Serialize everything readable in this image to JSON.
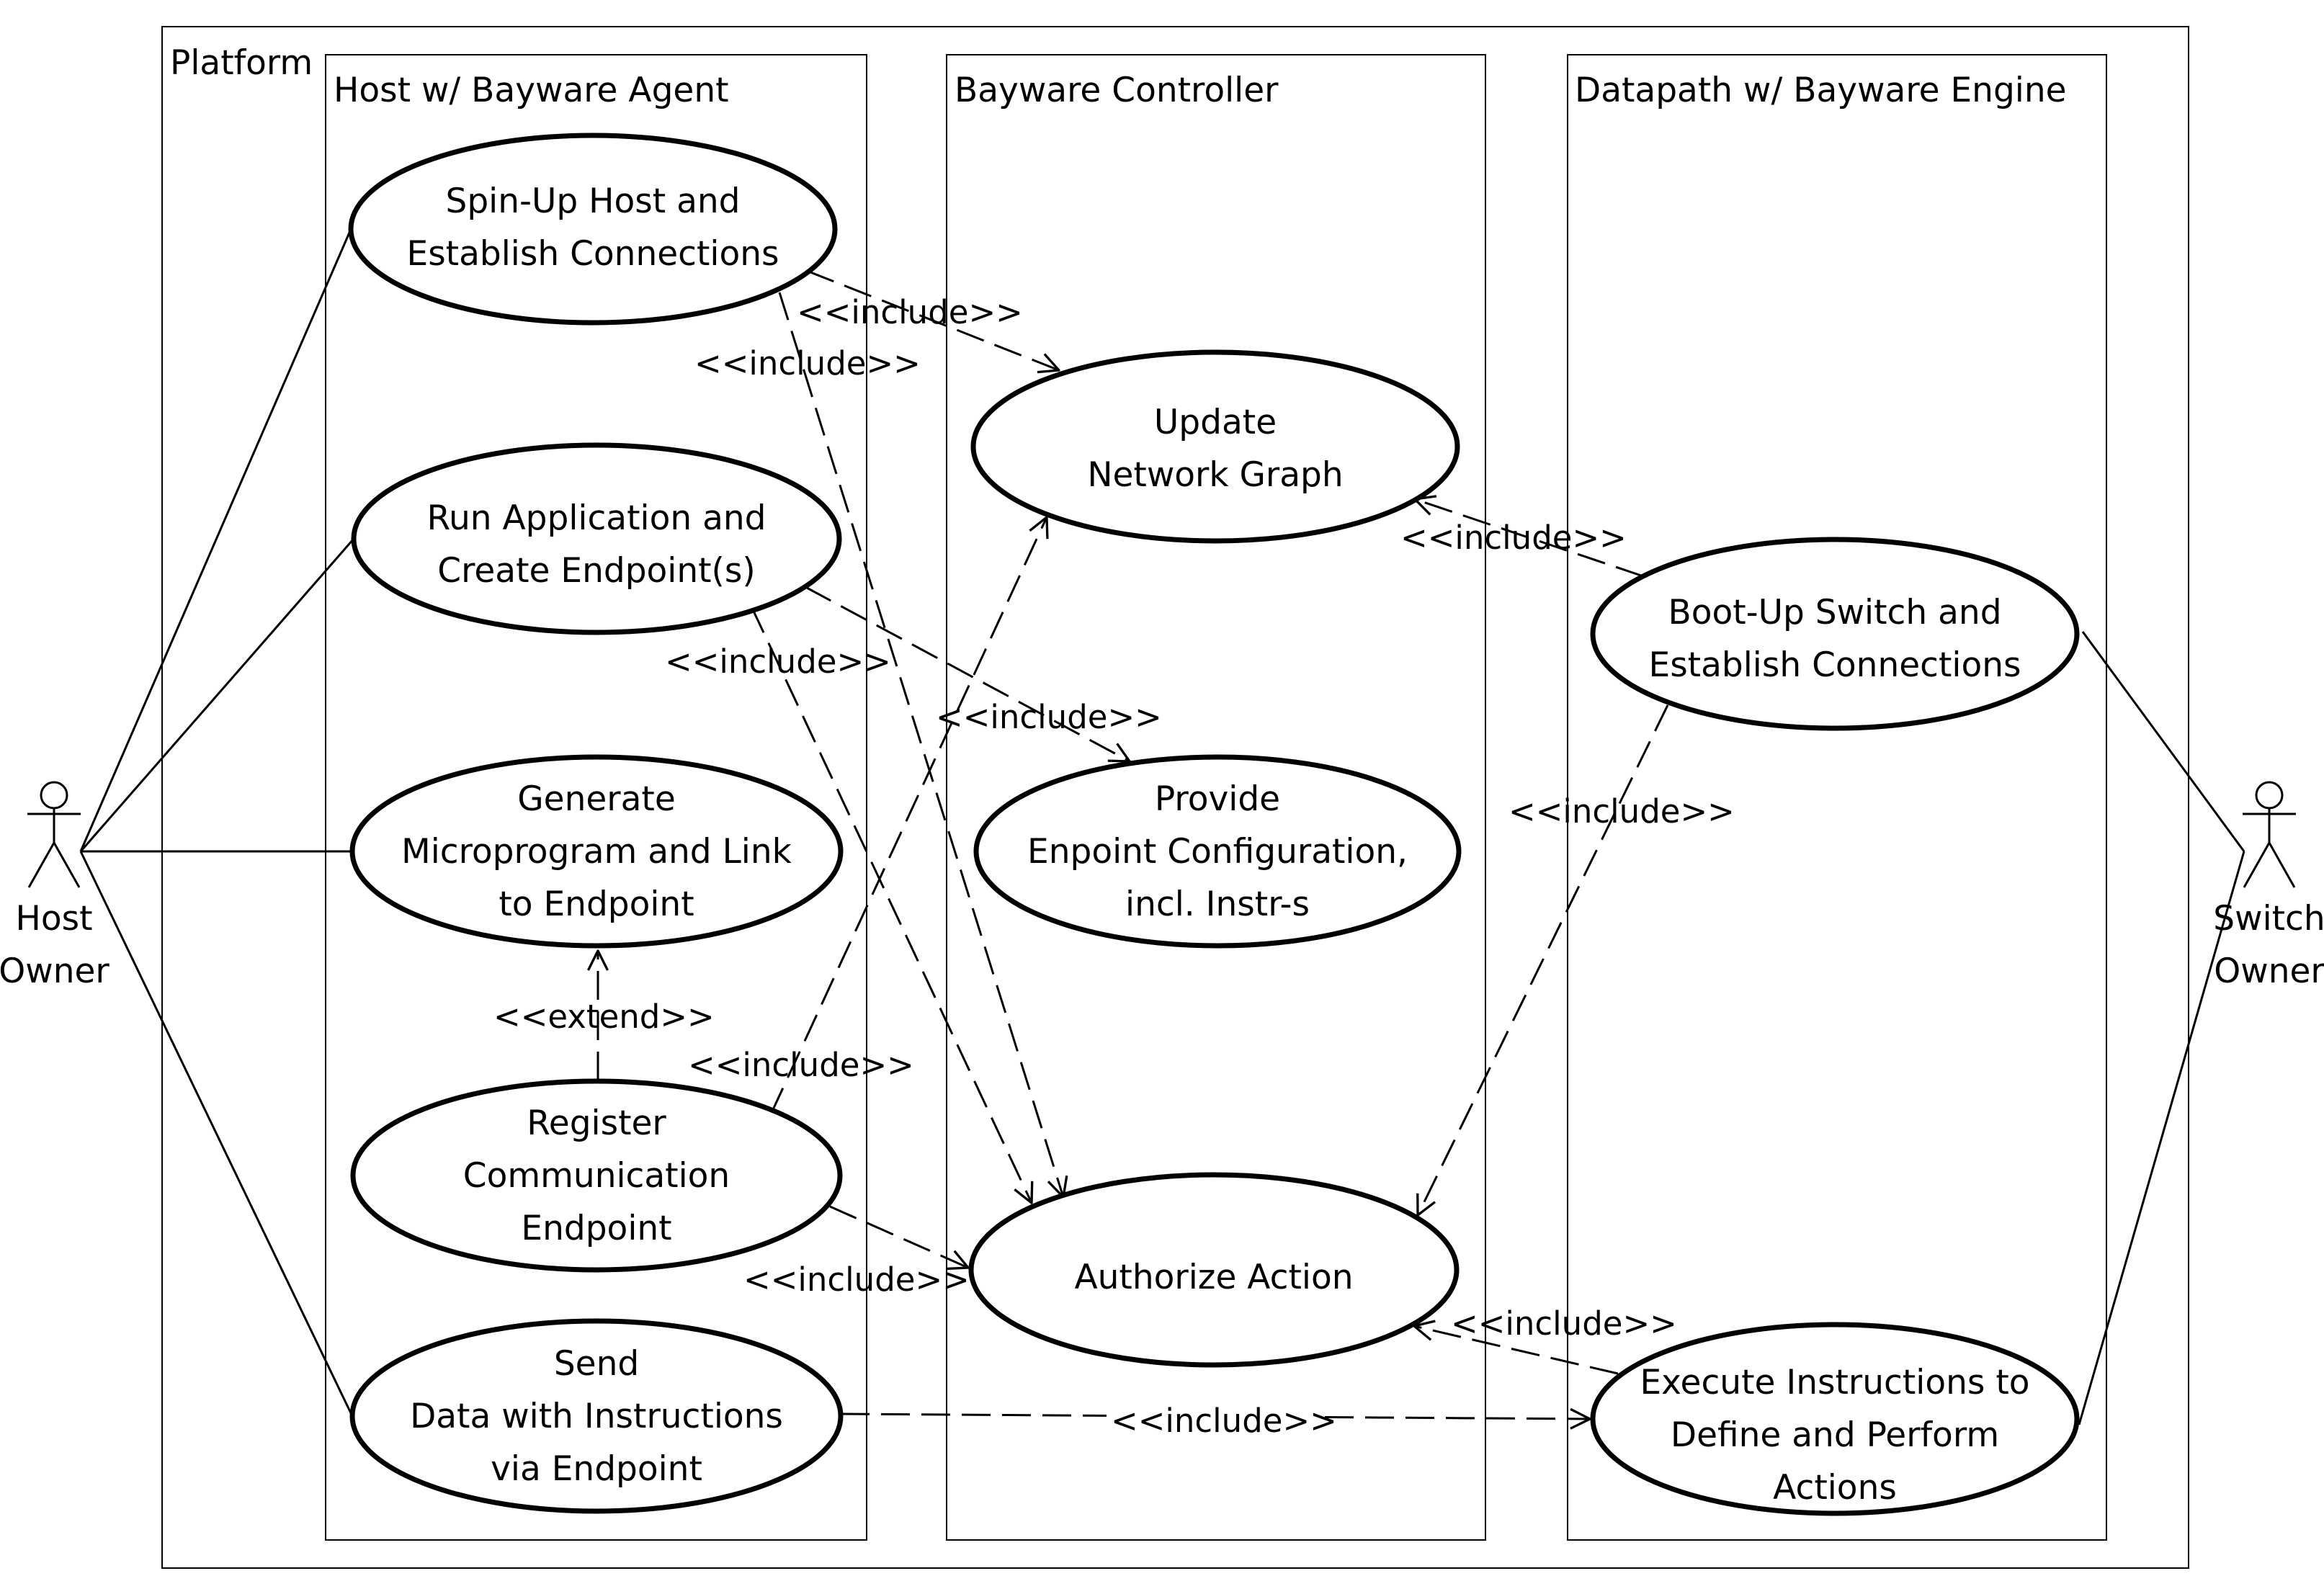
{
  "boundaries": {
    "platform": "Platform",
    "host": "Host w/ Bayware Agent",
    "controller": "Bayware Controller",
    "datapath": "Datapath w/ Bayware Engine"
  },
  "actors": {
    "host_owner": [
      "Host",
      "Owner"
    ],
    "switch_owner": [
      "Switch",
      "Owner"
    ]
  },
  "use_cases": {
    "spinup": [
      "Spin-Up Host and",
      "Establish Connections"
    ],
    "runapp": [
      "Run Application and",
      "Create Endpoint(s)"
    ],
    "generate": [
      "Generate",
      "Microprogram and Link",
      "to Endpoint"
    ],
    "register": [
      "Register",
      "Communication",
      "Endpoint"
    ],
    "send": [
      "Send",
      "Data with Instructions",
      "via Endpoint"
    ],
    "update": [
      "Update",
      "Network Graph"
    ],
    "provide": [
      "Provide",
      "Enpoint Configuration,",
      "incl. Instr-s"
    ],
    "authorize": [
      "Authorize Action"
    ],
    "bootup": [
      "Boot-Up Switch and",
      "Establish Connections"
    ],
    "execute": [
      "Execute Instructions to",
      "Define and Perform",
      "Actions"
    ]
  },
  "relationships": {
    "spinup_update": "<<include>>",
    "spinup_authorize": "<<include>>",
    "runapp_authorize": "<<include>>",
    "runapp_provide": "<<include>>",
    "register_generate": "<<extend>>",
    "register_update": "<<include>>",
    "register_authorize": "<<include>>",
    "bootup_update": "<<include>>",
    "bootup_authorize": "<<include>>",
    "execute_authorize": "<<include>>",
    "send_execute": "<<include>>"
  }
}
